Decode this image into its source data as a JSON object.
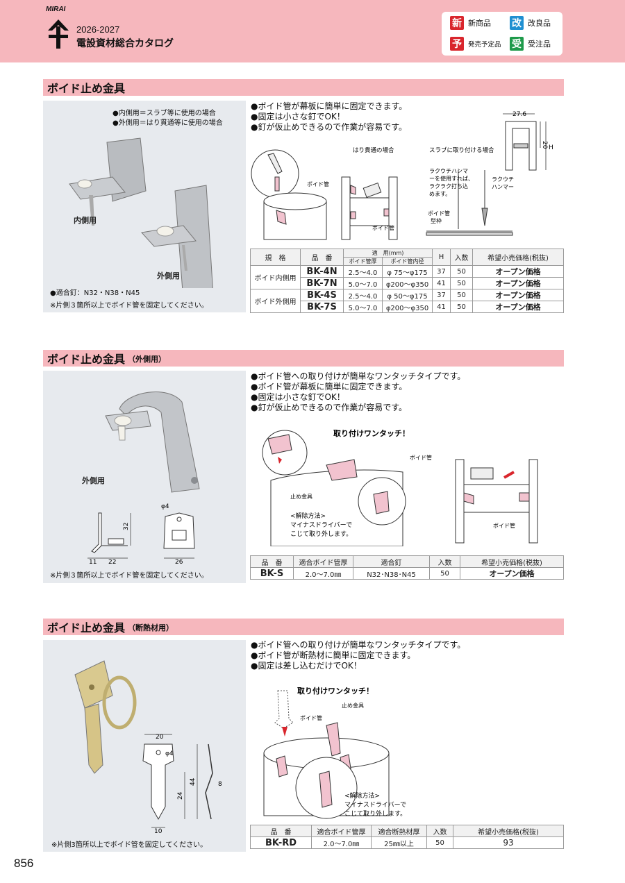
{
  "header": {
    "logo_text": "MIRAI",
    "year": "2026-2027",
    "title": "電設資材総合カタログ",
    "legend": [
      {
        "mark": "新",
        "label": "新商品",
        "color": "#d9262d"
      },
      {
        "mark": "改",
        "label": "改良品",
        "color": "#1f8fd1"
      },
      {
        "mark": "予",
        "label": "発売予定品",
        "color": "#d9262d"
      },
      {
        "mark": "受",
        "label": "受注品",
        "color": "#1e9a4a"
      }
    ]
  },
  "section1": {
    "title": "ボイド止め金具",
    "photo_notes": [
      "●内側用＝スラブ等に使用の場合",
      "●外側用＝はり貫通等に使用の場合"
    ],
    "label_inner": "内側用",
    "label_outer": "外側用",
    "nails": "●適合釘：N32・N38・N45",
    "fix_note": "※片側３箇所以上でボイド管を固定してください。",
    "bullets": [
      "●ボイド管が幕板に簡単に固定できます。",
      "●固定は小さな釘でOK！",
      "●釘が仮止めできるので作業が容易です。"
    ],
    "diagram": {
      "beam_case": "はり貫通の場合",
      "slab_case": "スラブに取り付ける場合",
      "void_pipe": "ボイド管",
      "hammer_note": [
        "ラクウチハンマ",
        "ーを使用すれば、",
        "ラクラク打ち込",
        "めます。"
      ],
      "hammer": [
        "ラクウチ",
        "ハンマー"
      ],
      "formwork": "型枠",
      "dim_w": "27.6",
      "dim_20": "20",
      "dim_h": "H"
    },
    "table": {
      "headers": {
        "spec": "規　格",
        "code": "品　番",
        "fit": "適　用(mm)",
        "fit_thick": "ボイド管厚",
        "fit_dia": "ボイド管内径",
        "h": "H",
        "qty": "入数",
        "price": "希望小売価格(税抜)"
      },
      "groups": [
        {
          "spec": "ボイド内側用",
          "rows": [
            {
              "code": "BK-4N",
              "thick": "2.5〜4.0",
              "dia": "φ 75〜φ175",
              "h": "37",
              "qty": "50",
              "price": "オープン価格"
            },
            {
              "code": "BK-7N",
              "thick": "5.0〜7.0",
              "dia": "φ200〜φ350",
              "h": "41",
              "qty": "50",
              "price": "オープン価格"
            }
          ]
        },
        {
          "spec": "ボイド外側用",
          "rows": [
            {
              "code": "BK-4S",
              "thick": "2.5〜4.0",
              "dia": "φ 50〜φ175",
              "h": "37",
              "qty": "50",
              "price": "オープン価格"
            },
            {
              "code": "BK-7S",
              "thick": "5.0〜7.0",
              "dia": "φ200〜φ350",
              "h": "41",
              "qty": "50",
              "price": "オープン価格"
            }
          ]
        }
      ]
    }
  },
  "section2": {
    "title": "ボイド止め金具",
    "subtitle": "（外側用）",
    "label": "外側用",
    "fix_note": "※片側３箇所以上でボイド管を固定してください。",
    "bullets": [
      "●ボイド管への取り付けが簡単なワンタッチタイプです。",
      "●ボイド管が幕板に簡単に固定できます。",
      "●固定は小さな釘でOK！",
      "●釘が仮止めできるので作業が容易です。"
    ],
    "diagram": {
      "one_touch": "取り付けワンタッチ！",
      "void_pipe": "ボイド管",
      "clip": "止め金具",
      "release_title": "<解除方法>",
      "release_lines": [
        "マイナスドライバーで",
        "こじて取り外します。"
      ],
      "dims": {
        "phi": "φ4",
        "d32": "32",
        "d11": "11",
        "d22": "22",
        "d26": "26"
      }
    },
    "table": {
      "headers": [
        "品　番",
        "適合ボイド管厚",
        "適合釘",
        "入数",
        "希望小売価格(税抜)"
      ],
      "rows": [
        [
          "BK-S",
          "2.0〜7.0㎜",
          "N32･N38･N45",
          "50",
          "オープン価格"
        ]
      ]
    }
  },
  "section3": {
    "title": "ボイド止め金具",
    "subtitle": "（断熱材用）",
    "fix_note": "※片側3箇所以上でボイド管を固定してください。",
    "bullets": [
      "●ボイド管への取り付けが簡単なワンタッチタイプです。",
      "●ボイド管が断熱材に簡単に固定できます。",
      "●固定は差し込むだけでOK！"
    ],
    "diagram": {
      "one_touch": "取り付けワンタッチ！",
      "clip": "止め金具",
      "void_pipe": "ボイド管",
      "release_title": "<解除方法>",
      "release_lines": [
        "マイナスドライバーで",
        "こじて取り外します。"
      ],
      "dims": {
        "d20": "20",
        "phi": "φ4",
        "d44": "44",
        "d24": "24",
        "d8": "8",
        "d10": "10"
      }
    },
    "table": {
      "headers": [
        "品　番",
        "適合ボイド管厚",
        "適合断熱材厚",
        "入数",
        "希望小売価格(税抜)"
      ],
      "rows": [
        [
          "BK-RD",
          "2.0〜7.0㎜",
          "25㎜以上",
          "50",
          "93"
        ]
      ]
    }
  },
  "page_number": "856"
}
